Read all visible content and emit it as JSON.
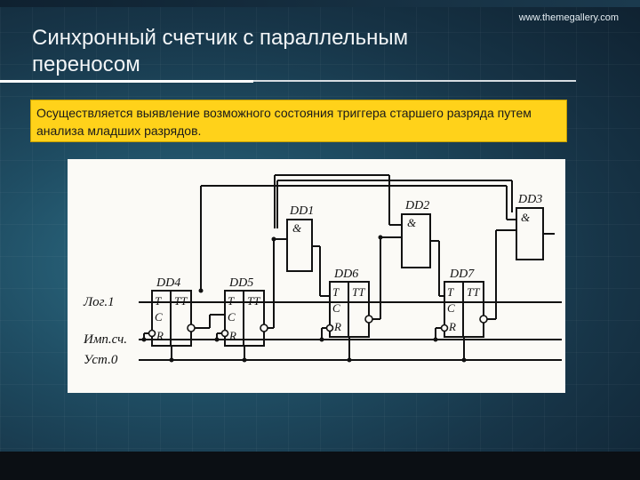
{
  "slide": {
    "site_url": "www.themegallery.com",
    "title_lines": [
      "Синхронный счетчик с параллельным",
      "переносом"
    ],
    "callout_text": "Осуществляется выявление возможного состояния триггера старшего разряда путем анализа младших разрядов."
  },
  "diagram": {
    "inputs": {
      "log1": "Лог.1",
      "clock": "Имп.сч.",
      "reset": "Уст.0"
    },
    "and_gates": [
      {
        "name": "DD1",
        "symbol": "&"
      },
      {
        "name": "DD2",
        "symbol": "&"
      },
      {
        "name": "DD3",
        "symbol": "&"
      }
    ],
    "triggers": [
      {
        "name": "DD4",
        "type": "TT",
        "pins": [
          "T",
          "C",
          "R"
        ]
      },
      {
        "name": "DD5",
        "type": "TT",
        "pins": [
          "T",
          "C",
          "R"
        ]
      },
      {
        "name": "DD6",
        "type": "TT",
        "pins": [
          "T",
          "C",
          "R"
        ]
      },
      {
        "name": "DD7",
        "type": "TT",
        "pins": [
          "T",
          "C",
          "R"
        ]
      }
    ]
  }
}
